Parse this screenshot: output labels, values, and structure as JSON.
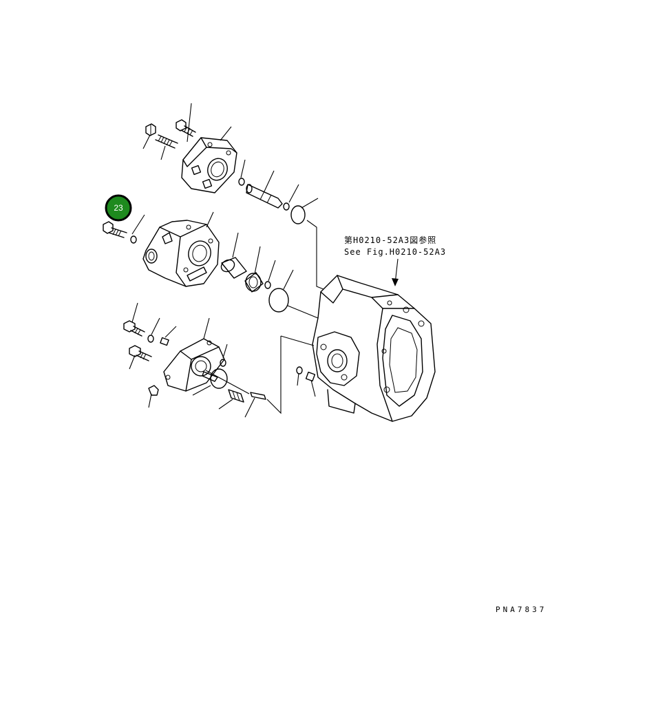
{
  "reference": {
    "japanese": "第H0210-52A3図参照",
    "english": "See Fig.H0210-52A3"
  },
  "drawing_code": "PNA7837",
  "callouts": [
    {
      "number": "23",
      "color": "#1e8a1e"
    }
  ]
}
